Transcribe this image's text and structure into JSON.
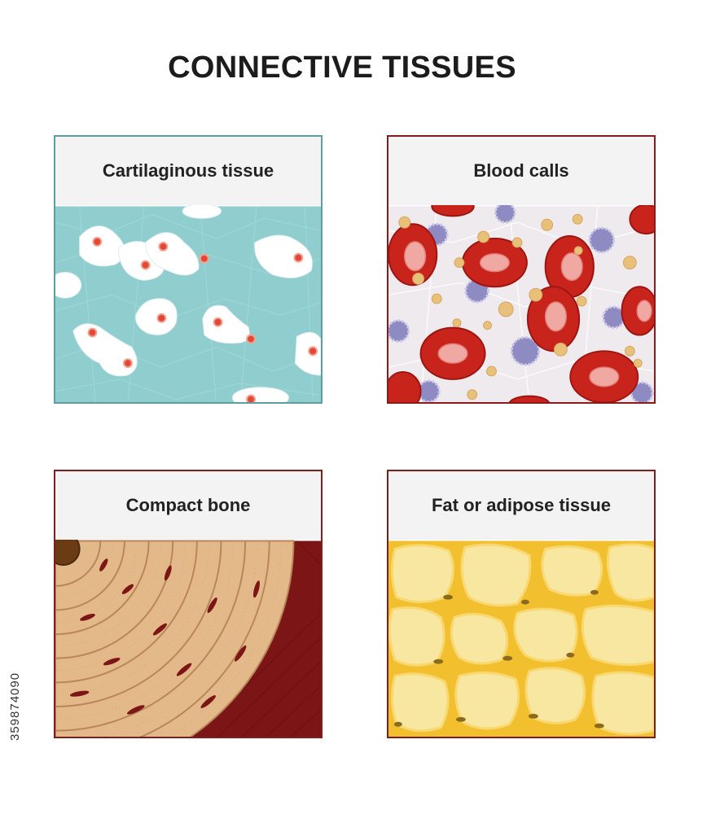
{
  "title": "CONNECTIVE TISSUES",
  "panels": {
    "cartilage": {
      "label": "Cartilaginous tissue",
      "border_color": "#5e9ea1",
      "matrix_color": "#8fcdcf"
    },
    "blood": {
      "label": "Blood calls",
      "border_color": "#8b1a1a",
      "cell_color": "#c8241c"
    },
    "bone": {
      "label": "Compact bone",
      "border_color": "#7a1e1e",
      "bone_color": "#e3b98a"
    },
    "fat": {
      "label": "Fat or adipose tissue",
      "border_color": "#7a1e1e",
      "fat_color": "#f7e7a0"
    }
  },
  "stock_id": "359874090"
}
